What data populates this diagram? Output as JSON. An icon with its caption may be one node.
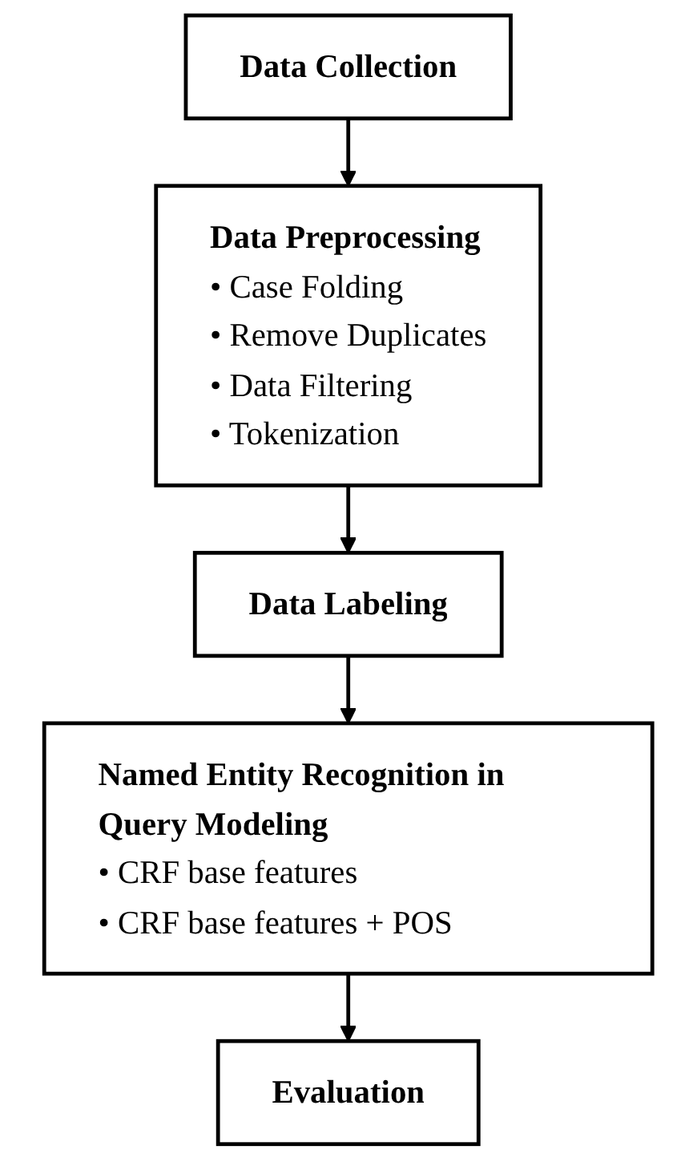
{
  "diagram": {
    "nodes": [
      {
        "text": [
          "Data Collection"
        ]
      },
      {
        "text": [
          "Data Preprocessing",
          "• Case Folding",
          "• Remove Duplicates",
          "• Data Filtering",
          "• Tokenization"
        ]
      },
      {
        "text": [
          "Data Labeling"
        ]
      },
      {
        "text": [
          "Named Entity Recognition in Query Modeling",
          "• CRF base features",
          "• CRF base features + POS"
        ]
      },
      {
        "text": [
          "Evaluation"
        ]
      }
    ],
    "edges": [
      {
        "from": 0,
        "to": 1,
        "arrow": "to"
      },
      {
        "from": 1,
        "to": 2,
        "arrow": "to"
      },
      {
        "from": 2,
        "to": 3,
        "arrow": "to"
      },
      {
        "from": 3,
        "to": 4,
        "arrow": "to"
      }
    ]
  }
}
